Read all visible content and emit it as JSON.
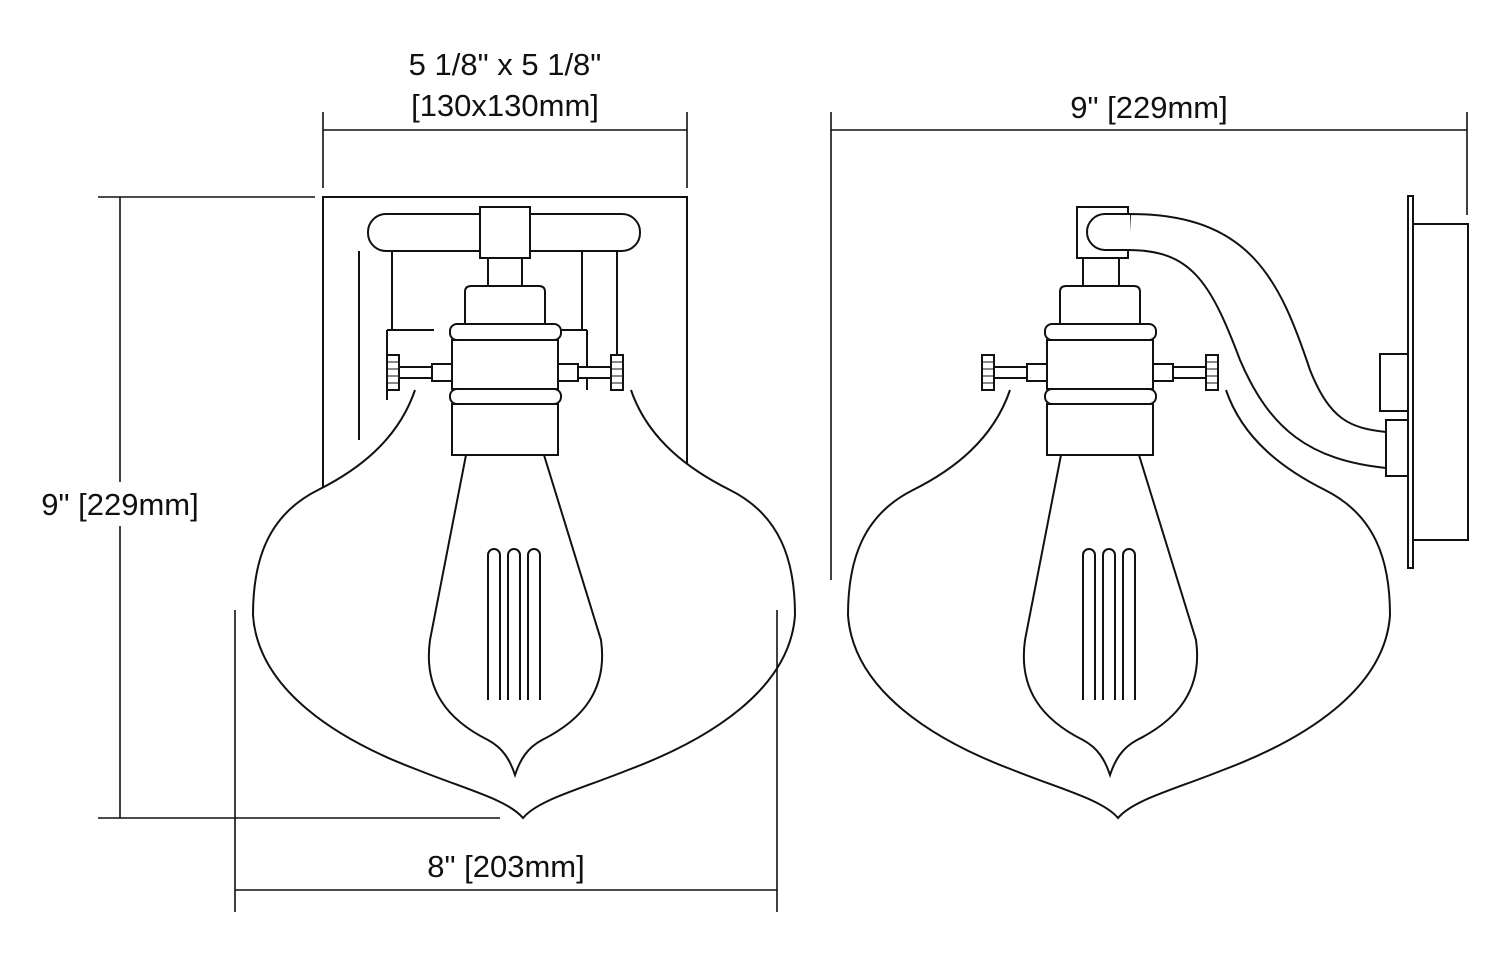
{
  "dimensions": {
    "backplate_size": "5 1/8\" x 5 1/8\"",
    "backplate_size_metric": "[130x130mm]",
    "height": "9\" [229mm]",
    "width": "8\" [203mm]",
    "extension": "9\" [229mm]"
  },
  "views": [
    "front-view",
    "side-view"
  ],
  "line_color": "#111111",
  "background_color": "#ffffff"
}
